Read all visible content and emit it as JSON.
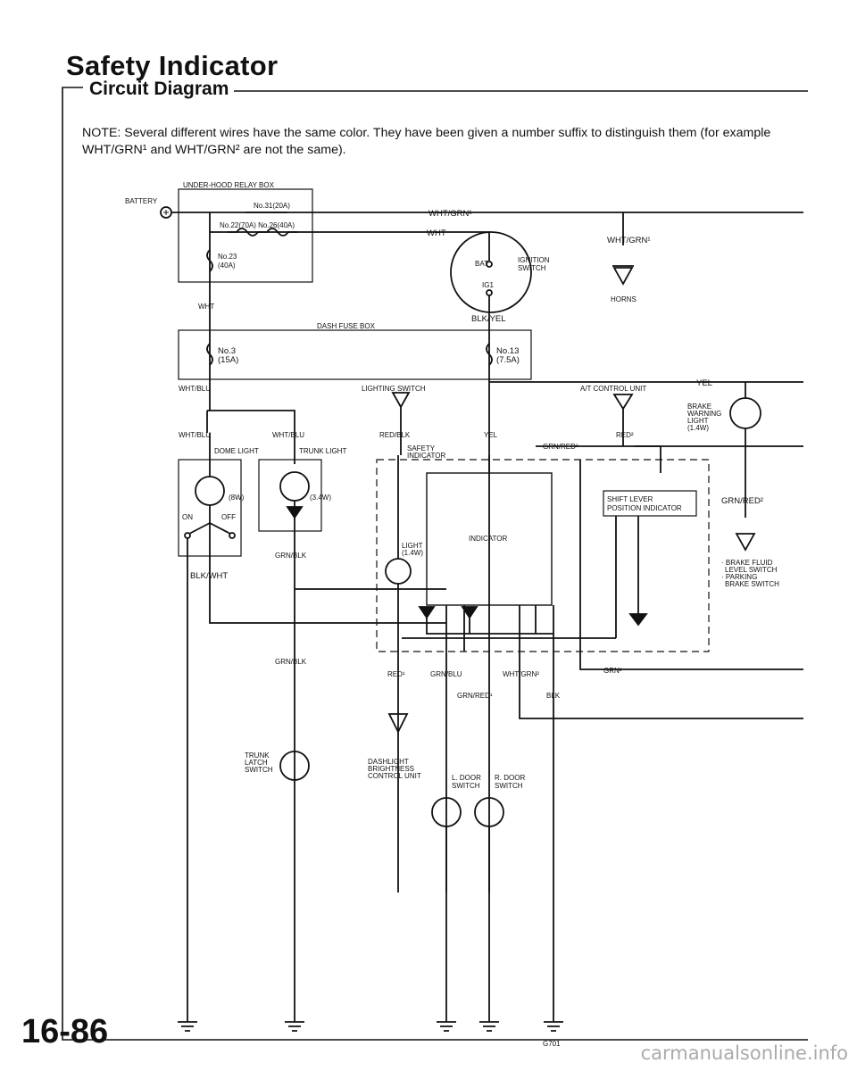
{
  "page": {
    "title": "Safety Indicator",
    "subtitle": "Circuit Diagram",
    "note": "NOTE: Several different wires have the same color. They have been given a number suffix to distinguish them (for example WHT/GRN¹ and WHT/GRN² are not the same).",
    "page_number": "16-86",
    "watermark": "carmanualsonline.info"
  },
  "diagram": {
    "labels": {
      "under_hood_relay_box": "UNDER-HOOD RELAY BOX",
      "battery": "BATTERY",
      "fuse31": "No.31(20A)",
      "fuse22_26": "No.22(70A) No.26(40A)",
      "fuse23": "No.23",
      "fuse23_amp": "(40A)",
      "wht_grn1": "WHT/GRN¹",
      "wht": "WHT",
      "ignition_switch": "IGNITION",
      "ignition_switch2": "SWITCH",
      "bat": "BAT",
      "ig1": "IG1",
      "wht_grn1_right": "WHT/GRN¹",
      "horns": "HORNS",
      "wht_left": "WHT",
      "blk_yel": "BLK/YEL",
      "dash_fuse_box": "DASH FUSE BOX",
      "fuse3": "No.3",
      "fuse3_amp": "(15A)",
      "fuse13": "No.13",
      "fuse13_amp": "(7.5A)",
      "wht_blu": "WHT/BLU",
      "lighting_switch": "LIGHTING SWITCH",
      "at_control_unit": "A/T CONTROL UNIT",
      "yel_top": "YEL",
      "brake_warning_light_1": "BRAKE",
      "brake_warning_light_2": "WARNING",
      "brake_warning_light_3": "LIGHT",
      "brake_warning_light_4": "(1.4W)",
      "wht_blu_2": "WHT/BLU",
      "wht_blu_3": "WHT/BLU",
      "dome_light": "DOME LIGHT",
      "trunk_light": "TRUNK LIGHT",
      "red_blk": "RED/BLK",
      "safety_indicator_1": "SAFETY",
      "safety_indicator_2": "INDICATOR",
      "yel_mid": "YEL",
      "grn_red2": "GRN/RED²",
      "red2": "RED²",
      "dome_watt": "(8W)",
      "on": "ON",
      "off": "OFF",
      "trunk_watt": "(3.4W)",
      "shift_lever_1": "SHIFT LEVER",
      "shift_lever_2": "POSITION INDICATOR",
      "grn_red2_right": "GRN/RED²",
      "indicator": "INDICATOR",
      "light": "LIGHT",
      "light_watt": "(1.4W)",
      "grn_blk": "GRN/BLK",
      "blk_wht": "BLK/WHT",
      "brake_fluid_1": "· BRAKE FLUID",
      "brake_fluid_2": "LEVEL SWITCH",
      "brake_fluid_3": "· PARKING",
      "brake_fluid_4": "BRAKE SWITCH",
      "grn_blk_2": "GRN/BLK",
      "red1": "RED¹",
      "grn_blu": "GRN/BLU",
      "wht_grn2": "WHT/GRN²",
      "grn2": "GRN²",
      "grn_red1": "GRN/RED¹",
      "blk": "BLK",
      "trunk_latch_1": "TRUNK",
      "trunk_latch_2": "LATCH",
      "trunk_latch_3": "SWITCH",
      "dash_dimmer_1": "DASHLIGHT",
      "dash_dimmer_2": "BRIGHTNESS",
      "dash_dimmer_3": "CONTROL UNIT",
      "l_door_1": "L. DOOR",
      "l_door_2": "SWITCH",
      "r_door_1": "R. DOOR",
      "r_door_2": "SWITCH",
      "g701": "G701"
    }
  }
}
